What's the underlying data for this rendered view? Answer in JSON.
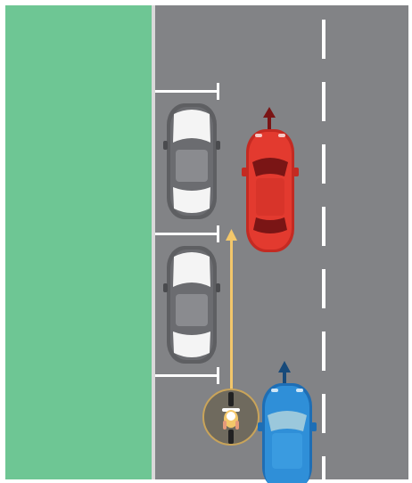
{
  "scene": {
    "type": "road-diagram",
    "lanes": [
      "parking",
      "travel"
    ],
    "parked_cars": [
      {
        "color": "white",
        "direction": "up"
      },
      {
        "color": "white",
        "direction": "up"
      }
    ],
    "moving_vehicles": [
      {
        "kind": "car",
        "color": "red",
        "direction": "up"
      },
      {
        "kind": "car",
        "color": "blue",
        "direction": "up"
      },
      {
        "kind": "bicycle",
        "rider": true,
        "direction": "up"
      }
    ],
    "colors": {
      "grass": "#6ec694",
      "road": "#828386",
      "lane_marking": "#ffffff",
      "red_car": "#e33a2f",
      "blue_car": "#2f8fd8",
      "white_car": "#f4f4f4",
      "bike_path": "#f3c76a",
      "arrow_dark_red": "#7a1515",
      "arrow_dark_blue": "#174a7a"
    }
  }
}
